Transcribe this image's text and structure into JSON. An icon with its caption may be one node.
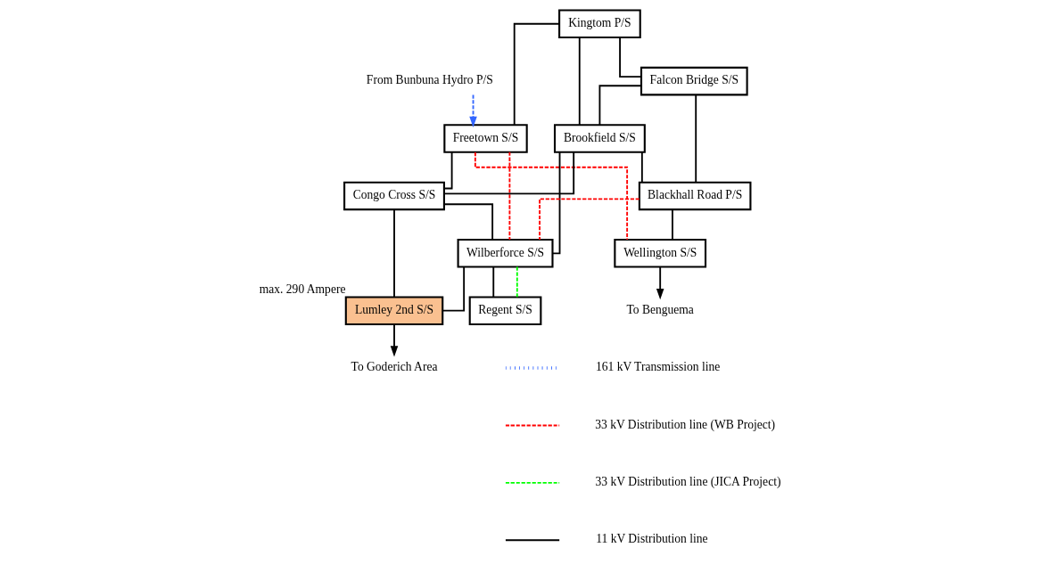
{
  "diagram": {
    "nodes": [
      {
        "text": [
          "Kingtom P/S"
        ]
      },
      {
        "text": [
          "Falcon Bridge S/S"
        ]
      },
      {
        "text": [
          "Freetown S/S"
        ]
      },
      {
        "text": [
          "Brookfield S/S"
        ]
      },
      {
        "text": [
          "Blackhall Road P/S"
        ]
      },
      {
        "text": [
          "Congo Cross S/S"
        ]
      },
      {
        "text": [
          "Wilberforce S/S"
        ]
      },
      {
        "text": [
          "Wellington S/S"
        ]
      },
      {
        "text": [
          "Regent S/S"
        ]
      },
      {
        "text": [
          "Lumley 2nd S/S"
        ],
        "beside": [
          "max. 290 Ampere"
        ]
      },
      {
        "text": [
          "From Bunbuna Hydro P/S"
        ]
      },
      {
        "text": [
          "To Benguema"
        ]
      },
      {
        "text": [
          "To Goderich Area"
        ]
      }
    ],
    "edges": [
      {
        "from": 0,
        "to": 2,
        "arrow": "none"
      },
      {
        "from": 0,
        "to": 1,
        "arrow": "none"
      },
      {
        "from": 0,
        "to": 3,
        "arrow": "none"
      },
      {
        "from": 1,
        "to": 3,
        "arrow": "none"
      },
      {
        "from": 1,
        "to": 4,
        "arrow": "none"
      },
      {
        "from": 2,
        "to": 5,
        "arrow": "none"
      },
      {
        "from": 3,
        "to": 4,
        "arrow": "none"
      },
      {
        "from": 3,
        "to": 5,
        "arrow": "none"
      },
      {
        "from": 3,
        "to": 6,
        "arrow": "none"
      },
      {
        "from": 4,
        "to": 7,
        "arrow": "none"
      },
      {
        "from": 5,
        "to": 6,
        "arrow": "none"
      },
      {
        "from": 5,
        "to": 9,
        "arrow": "none"
      },
      {
        "from": 6,
        "to": 9,
        "arrow": "none"
      },
      {
        "from": 6,
        "to": 8,
        "arrow": "none"
      },
      {
        "from": 2,
        "to": 7,
        "arrow": "none",
        "style": "dashed",
        "color": "#ff0000"
      },
      {
        "from": 2,
        "to": 6,
        "arrow": "none",
        "style": "dashed",
        "color": "#ff0000"
      },
      {
        "from": 4,
        "to": 6,
        "arrow": "none",
        "style": "dashed",
        "color": "#ff0000"
      },
      {
        "from": 6,
        "to": 8,
        "arrow": "none",
        "style": "dashed",
        "color": "#00ff00"
      },
      {
        "from": 10,
        "to": 2,
        "arrow": "to",
        "style": "dashed",
        "color": "#3366ff"
      },
      {
        "from": 7,
        "to": 11,
        "arrow": "to"
      },
      {
        "from": 9,
        "to": 12,
        "arrow": "to"
      }
    ],
    "legend": [
      {
        "text": "161 kV Transmission line"
      },
      {
        "text": "33 kV Distribution line (WB Project)"
      },
      {
        "text": "33 kV Distribution line (JICA Project)"
      },
      {
        "text": "11 kV Distribution line"
      }
    ]
  }
}
